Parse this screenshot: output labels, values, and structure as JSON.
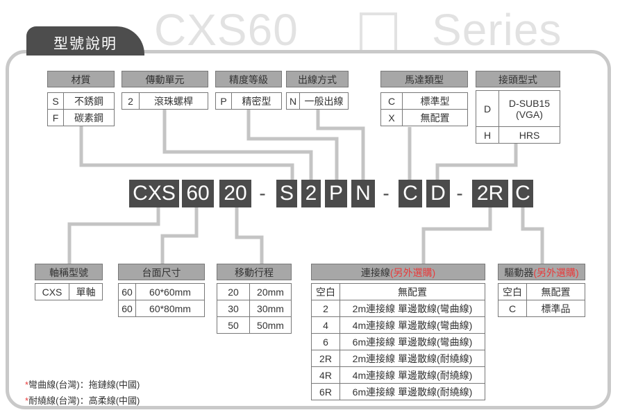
{
  "header": {
    "tab_title": "型號說明",
    "series_prefix": "CXS60",
    "series_suffix": "Series"
  },
  "code": {
    "parts": [
      "CXS",
      "60",
      "20",
      "S",
      "2",
      "P",
      "N",
      "C",
      "D",
      "2R",
      "C"
    ],
    "separator": "-"
  },
  "material": {
    "title": "材質",
    "rows": [
      [
        "S",
        "不銹鋼"
      ],
      [
        "F",
        "碳素鋼"
      ]
    ]
  },
  "drive": {
    "title": "傳動單元",
    "rows": [
      [
        "2",
        "滾珠螺桿"
      ]
    ]
  },
  "precision": {
    "title": "精度等級",
    "rows": [
      [
        "P",
        "精密型"
      ]
    ]
  },
  "outlet": {
    "title": "出線方式",
    "rows": [
      [
        "N",
        "一般出線"
      ]
    ]
  },
  "motor": {
    "title": "馬達類型",
    "rows": [
      [
        "C",
        "標準型"
      ],
      [
        "X",
        "無配置"
      ]
    ]
  },
  "connector": {
    "title": "接頭型式",
    "rows": [
      [
        "D",
        "D-SUB15",
        "(VGA)"
      ],
      [
        "H",
        "HRS"
      ]
    ]
  },
  "axis": {
    "title": "軸稱型號",
    "rows": [
      [
        "CXS",
        "單軸"
      ]
    ]
  },
  "table_size": {
    "title": "台面尺寸",
    "rows": [
      [
        "60",
        "60*60mm"
      ],
      [
        "60",
        "60*80mm"
      ]
    ]
  },
  "stroke": {
    "title": "移動行程",
    "rows": [
      [
        "20",
        "20mm"
      ],
      [
        "30",
        "30mm"
      ],
      [
        "50",
        "50mm"
      ]
    ]
  },
  "cable": {
    "title": "連接線",
    "title_note": "(另外選購)",
    "rows": [
      [
        "空白",
        "無配置"
      ],
      [
        "2",
        "2m連接線 單邊散線(彎曲線)"
      ],
      [
        "4",
        "4m連接線 單邊散線(彎曲線)"
      ],
      [
        "6",
        "6m連接線 單邊散線(彎曲線)"
      ],
      [
        "2R",
        "2m連接線 單邊散線(耐繞線)"
      ],
      [
        "4R",
        "4m連接線 單邊散線(耐繞線)"
      ],
      [
        "6R",
        "6m連接線 單邊散線(耐繞線)"
      ]
    ]
  },
  "driver": {
    "title": "驅動器",
    "title_note": "(另外選購)",
    "rows": [
      [
        "空白",
        "無配置"
      ],
      [
        "C",
        "標準品"
      ]
    ]
  },
  "notes": [
    {
      "mark": "*",
      "text": "彎曲線(台灣)：拖鏈線(中國)"
    },
    {
      "mark": "*",
      "text": "耐繞線(台灣)：高柔線(中國)"
    }
  ],
  "colors": {
    "code_bg": "#4b4b4b",
    "header_bg": "#a7a7a7",
    "frame": "#c9c9c9",
    "accent_red": "#e83b3b"
  }
}
